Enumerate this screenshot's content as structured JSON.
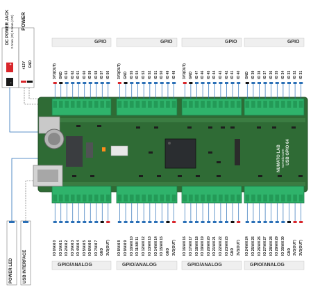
{
  "power_box": {
    "title": "POWER",
    "jack_title": "DC POWER JACK",
    "jack_spec": "2.1mm (ID) 5.5mm (OD)",
    "pin_positive": "+12V",
    "pin_negative": "GND",
    "polarity_pos": "+",
    "polarity_neg": "-",
    "colors": {
      "positive": "#d9262b",
      "negative": "#1a1a1a",
      "dashed": "#1e6fb8"
    }
  },
  "bottom_left": {
    "power_led": "POWER LED",
    "usb_interface": "USB INTERFACE"
  },
  "board": {
    "brand_line1": "NUMATO LAB",
    "brand_line2": "numato.com",
    "product": "USB GPIO 64",
    "colors": {
      "pcb": "#2f6b35",
      "terminal": "#2fb36b",
      "chip": "#2a2d30"
    }
  },
  "top_groups": [
    {
      "title": "GPIO",
      "pins": [
        "3V3(OUT)",
        "GND",
        "IO 63",
        "IO 62",
        "IO 61",
        "IO 60",
        "IO 59",
        "IO 58",
        "IO 57",
        "IO 56"
      ]
    },
    {
      "title": "GPIO",
      "pins": [
        "3V3(OUT)",
        "GND",
        "IO 55",
        "IO 54",
        "IO 53",
        "IO 52",
        "IO 51",
        "IO 50",
        "IO 49",
        "IO 48"
      ]
    },
    {
      "title": "GPIO",
      "pins": [
        "3V3(OUT)",
        "GND",
        "IO 47",
        "IO 46",
        "IO 45",
        "IO 44",
        "IO 43",
        "IO 42",
        "IO 41",
        "IO 40"
      ]
    },
    {
      "title": "GPIO",
      "pins": [
        "GND",
        "IO 39",
        "IO 38",
        "IO 37",
        "IO 36",
        "IO 35",
        "IO 34",
        "IO 33",
        "IO 32",
        "IO 31"
      ]
    }
  ],
  "bottom_groups": [
    {
      "title": "GPIO/ANALOG",
      "pins": [
        "IO 0/AN 0",
        "IO 1/AN 1",
        "IO 2/AN 2",
        "IO 3/AN 3",
        "IO 4/AN 4",
        "IO 5/AN 5",
        "IO 6/AN 6",
        "IO 7/AN 7",
        "GND",
        "3V3(OUT)"
      ]
    },
    {
      "title": "GPIO/ANALOG",
      "pins": [
        "IO 8/AN 8",
        "IO 9/AN 9",
        "IO 10/AN 10",
        "IO 11/AN 11",
        "IO 12/AN 12",
        "IO 13/AN 13",
        "IO 14/AN 14",
        "IO 15/AN 15",
        "GND",
        "3V3(OUT)"
      ]
    },
    {
      "title": "GPIO/ANALOG",
      "pins": [
        "IO 16/AN 16",
        "IO 17/AN 17",
        "IO 18/AN 18",
        "IO 19/AN 19",
        "IO 20/AN 20",
        "IO 21/AN 21",
        "IO 22/AN 22",
        "IO 23/AN 23",
        "GND",
        "3V3(OUT)"
      ]
    },
    {
      "title": "GPIO/ANALOG",
      "pins": [
        "IO 24/AN 24",
        "IO 25/AN 25",
        "IO 26/AN 26",
        "IO 27/AN 27",
        "IO 28/AN 28",
        "IO 29/AN 29",
        "IO 30/AN 30",
        "GND",
        "3V3(OUT)",
        "3V3(OUT)"
      ]
    }
  ]
}
